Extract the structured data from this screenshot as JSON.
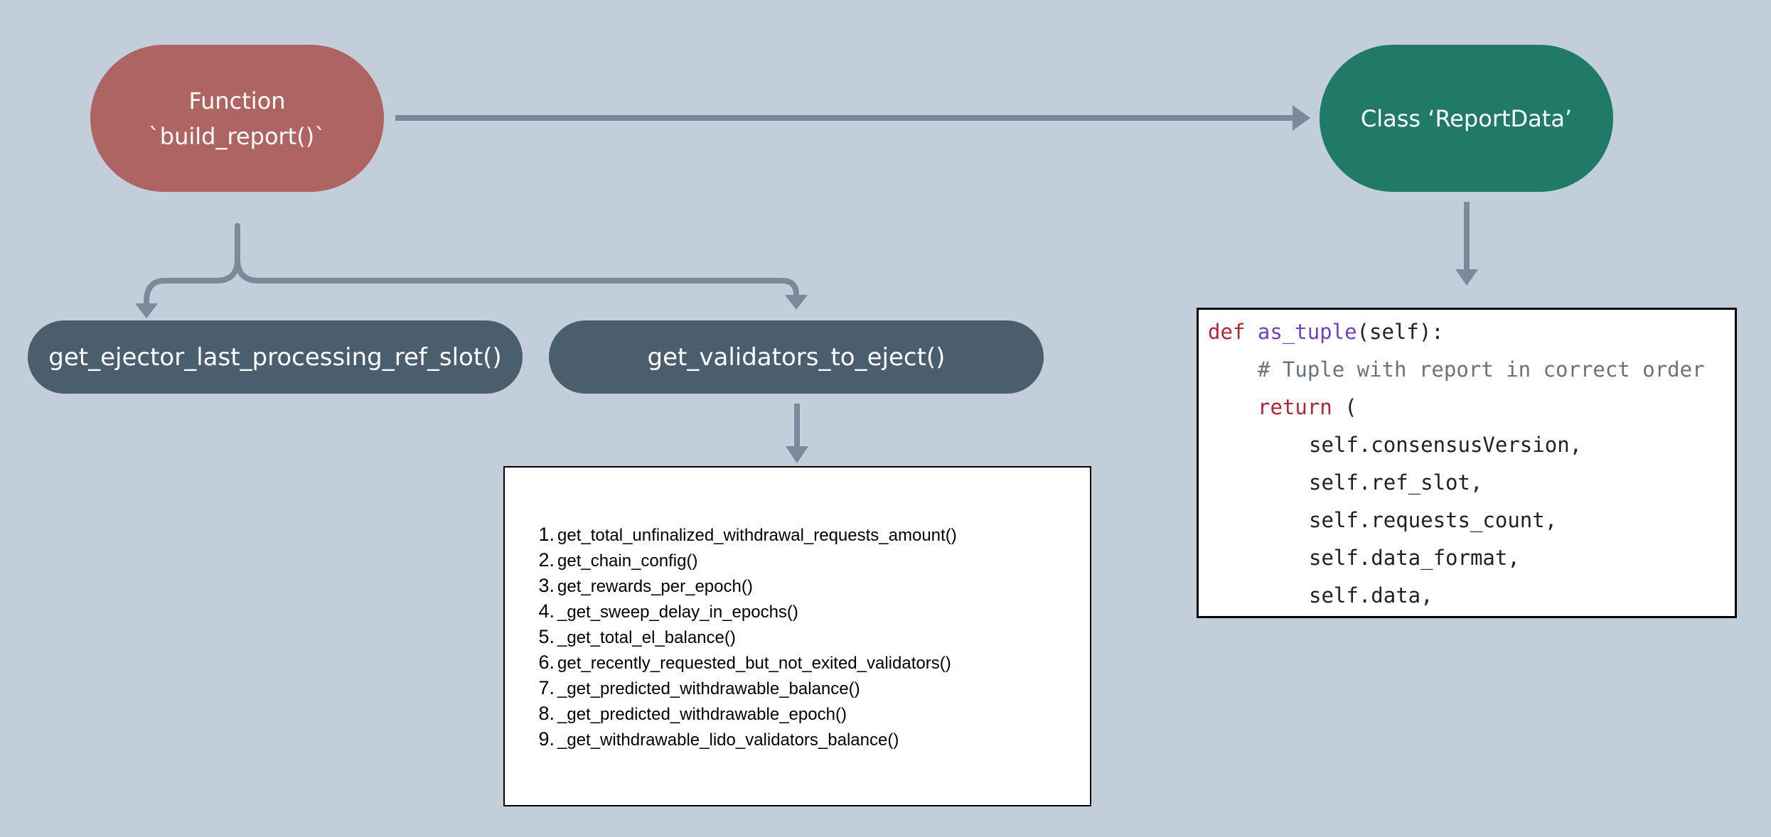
{
  "nodes": {
    "build_report": {
      "line1": "Function",
      "line2": "`build_report()`"
    },
    "report_data": {
      "label": "Class ‘ReportData’"
    },
    "ejector_ref_slot": {
      "label": "get_ejector_last_processing_ref_slot()"
    },
    "validators_to_eject": {
      "label": "get_validators_to_eject()"
    }
  },
  "validators_steps": {
    "items": [
      {
        "num": "1.",
        "text": "get_total_unfinalized_withdrawal_requests_amount()"
      },
      {
        "num": "2.",
        "text": "get_chain_config()"
      },
      {
        "num": "3.",
        "text": "get_rewards_per_epoch()"
      },
      {
        "num": "4.",
        "text": "_get_sweep_delay_in_epochs()"
      },
      {
        "num": "5.",
        "text": "_get_total_el_balance()"
      },
      {
        "num": "6.",
        "text": "get_recently_requested_but_not_exited_validators()"
      },
      {
        "num": "7.",
        "text": "_get_predicted_withdrawable_balance()"
      },
      {
        "num": "8.",
        "text": "_get_predicted_withdrawable_epoch()"
      },
      {
        "num": "9.",
        "text": "_get_withdrawable_lido_validators_balance()"
      }
    ]
  },
  "code": {
    "def_kw": "def",
    "func_name": "as_tuple",
    "signature": "(self):",
    "comment": "# Tuple with report in correct order",
    "return_kw": "return",
    "return_open": " (",
    "fields": [
      "self.consensusVersion,",
      "self.ref_slot,",
      "self.requests_count,",
      "self.data_format,",
      "self.data,"
    ]
  },
  "colors": {
    "background": "#c2cfda",
    "function_node": "#ad6463",
    "class_node": "#217a68",
    "method_node": "#4b5e6d",
    "arrow": "#7b8a9a"
  }
}
